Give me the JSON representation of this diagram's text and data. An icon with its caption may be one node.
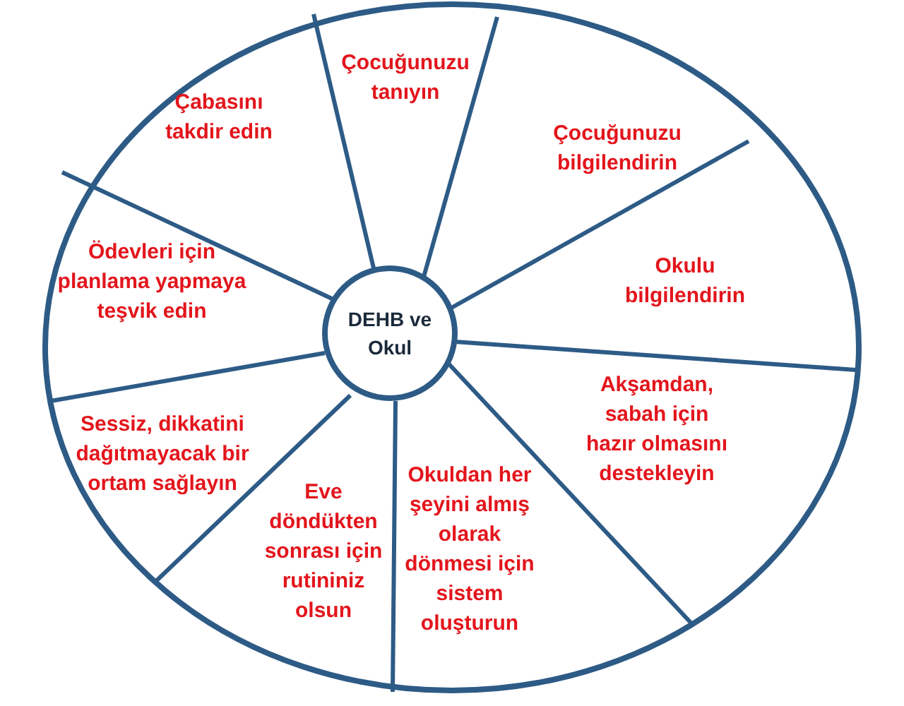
{
  "diagram": {
    "nodes": [
      {
        "text": [
          "DEHB ve Okul"
        ]
      },
      {
        "text": [
          "Çocuğunuzu tanıyın"
        ]
      },
      {
        "text": [
          "Çocuğunuzu bilgilendirin"
        ]
      },
      {
        "text": [
          "Okulu bilgilendirin"
        ]
      },
      {
        "text": [
          "Akşamdan, sabah için hazır olmasını destekleyin"
        ]
      },
      {
        "text": [
          "Okuldan her şeyini almış olarak dönmesi için sistem oluşturun"
        ]
      },
      {
        "text": [
          "Eve döndükten sonrası için rutininiz olsun"
        ]
      },
      {
        "text": [
          "Sessiz, dikkatini dağıtmayacak bir ortam sağlayın"
        ]
      },
      {
        "text": [
          "Ödevleri için planlama yapmaya teşvik edin"
        ]
      },
      {
        "text": [
          "Çabasını takdir edin"
        ]
      }
    ],
    "edges": []
  }
}
